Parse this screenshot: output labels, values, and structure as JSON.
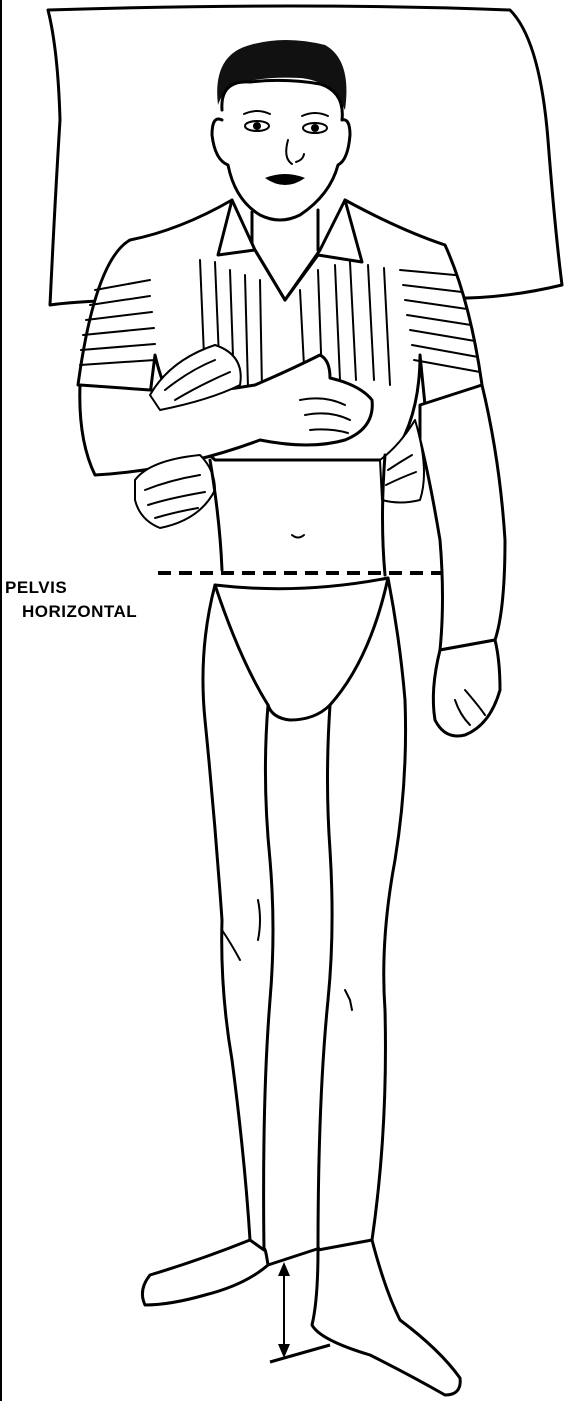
{
  "labels": {
    "pelvis": "PELVIS",
    "horizontal": "HORIZONTAL"
  },
  "icons": {
    "dashed_line": "pelvis-horizontal-dashed-line",
    "measurement_arrow": "leg-length-difference-arrow"
  },
  "colors": {
    "ink": "#000000",
    "paper": "#ffffff"
  }
}
